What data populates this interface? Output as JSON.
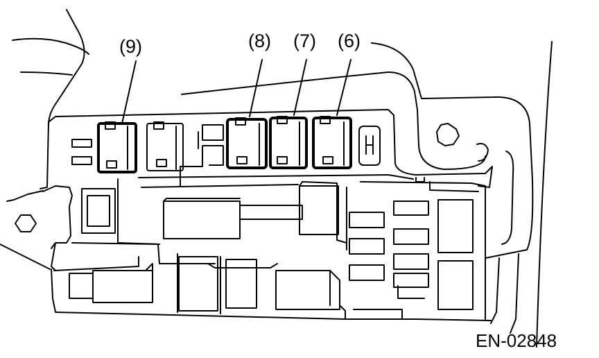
{
  "callouts": [
    {
      "id": "9",
      "label": "(9)"
    },
    {
      "id": "8",
      "label": "(8)"
    },
    {
      "id": "7",
      "label": "(7)"
    },
    {
      "id": "6",
      "label": "(6)"
    }
  ],
  "figure_id": "EN-02848",
  "colors": {
    "line": "#000000",
    "background": "#ffffff"
  }
}
